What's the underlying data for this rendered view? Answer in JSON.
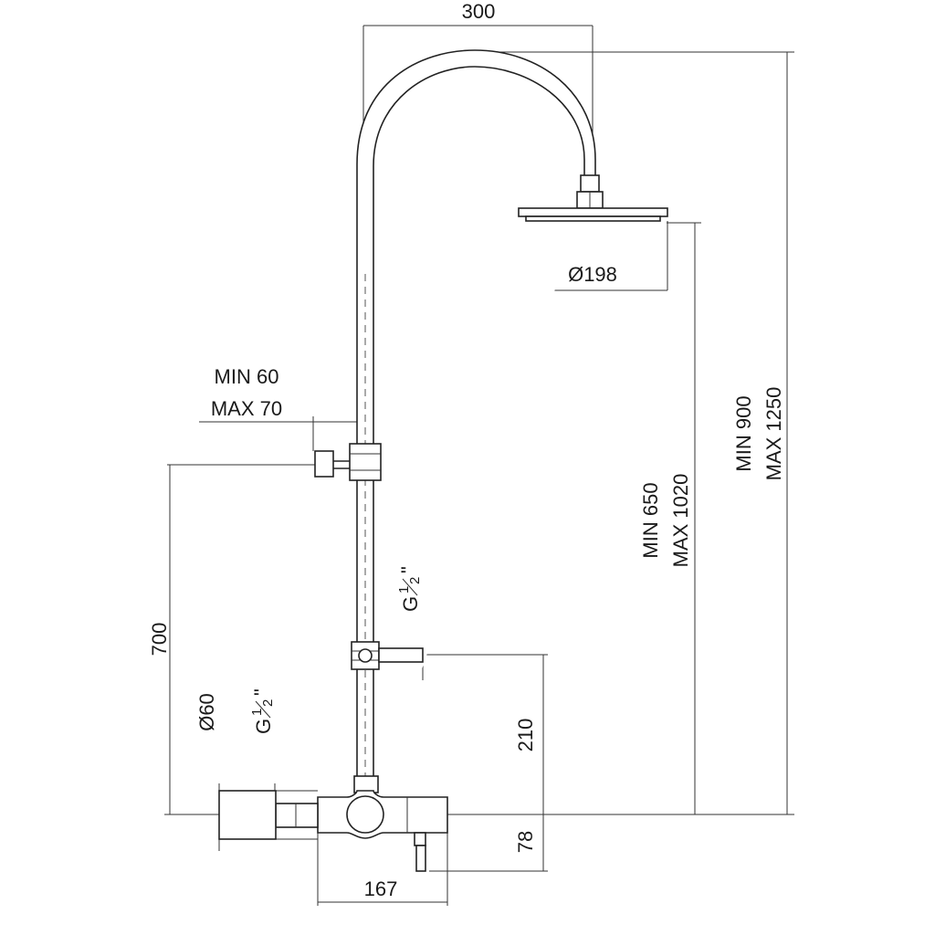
{
  "dimensions": {
    "arm_reach": "300",
    "head_diameter": "Ø198",
    "bracket_min": "MIN 60",
    "bracket_max": "MAX 70",
    "bracket_height": "700",
    "rod_min": "MIN 650",
    "rod_max": "MAX 1020",
    "total_min": "MIN 900",
    "total_max": "MAX 1250",
    "connection_upper_g": "G",
    "connection_upper_frac_num": "1",
    "connection_upper_frac_den": "2",
    "connection_upper_quote": "\"",
    "connection_lower_g": "G",
    "connection_lower_frac_num": "1",
    "connection_lower_frac_den": "2",
    "connection_lower_quote": "\"",
    "rosette_diameter": "Ø60",
    "outlet_height": "210",
    "mixer_depth": "78",
    "mixer_width": "167"
  }
}
